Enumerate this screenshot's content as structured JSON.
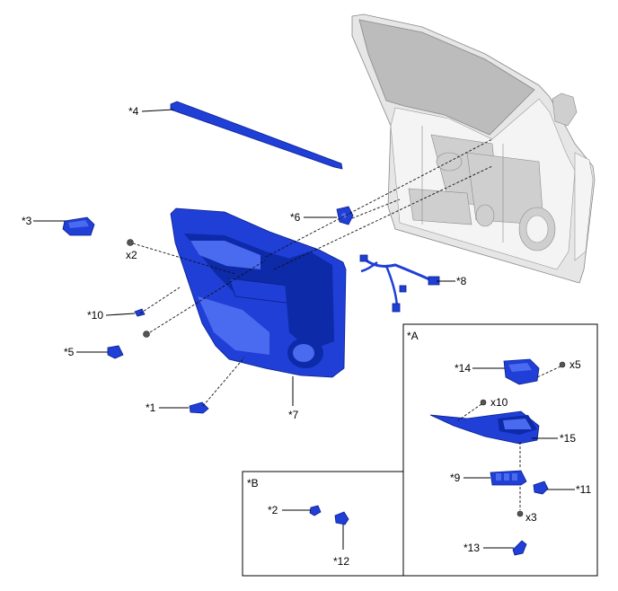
{
  "labels": {
    "p1": "*1",
    "p2": "*2",
    "p3": "*3",
    "p4": "*4",
    "p5": "*5",
    "p6": "*6",
    "p7": "*7",
    "p8": "*8",
    "p9": "*9",
    "p10": "*10",
    "p11": "*11",
    "p12": "*12",
    "p13": "*13",
    "p14": "*14",
    "p15": "*15"
  },
  "boxes": {
    "a": "*A",
    "b": "*B"
  },
  "quantities": {
    "screw_x2": "x2",
    "screw_x5": "x5",
    "screw_x10": "x10",
    "screw_x3": "x3"
  },
  "colors": {
    "part_blue": "#1f3fd6",
    "door_frame": "#e6e6e6"
  }
}
